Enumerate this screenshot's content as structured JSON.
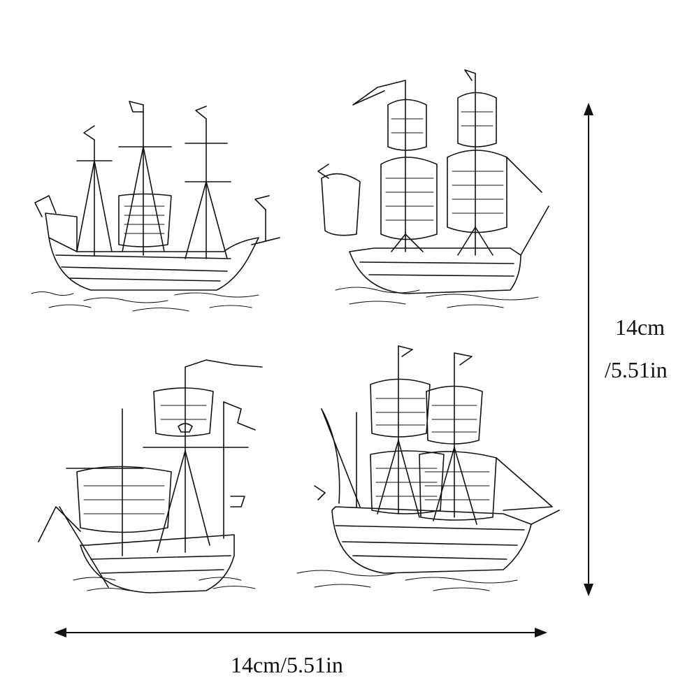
{
  "dimensions": {
    "height_label_line1": "14cm",
    "height_label_line2": "/5.51in",
    "width_label": "14cm/5.51in"
  },
  "colors": {
    "ink": "#111111",
    "background": "#ffffff"
  },
  "illustrations": [
    {
      "icon": "galleon-sketch-icon"
    },
    {
      "icon": "galleon-sketch-icon"
    },
    {
      "icon": "galleon-sketch-icon"
    },
    {
      "icon": "galleon-sketch-icon"
    }
  ]
}
